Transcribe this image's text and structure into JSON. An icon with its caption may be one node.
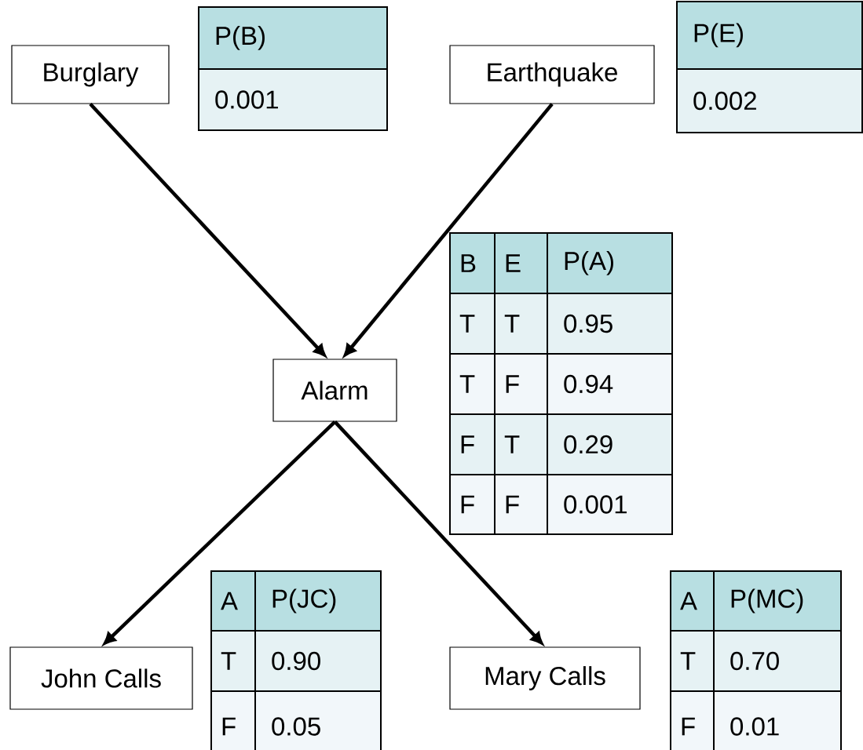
{
  "diagram": {
    "nodes": [
      {
        "text": [
          "Burglary"
        ]
      },
      {
        "text": [
          "Earthquake"
        ]
      },
      {
        "text": [
          "Alarm"
        ]
      },
      {
        "text": [
          "John Calls"
        ]
      },
      {
        "text": [
          "Mary Calls"
        ]
      }
    ],
    "edges": [
      {
        "from": 0,
        "to": 2,
        "arrow": "to"
      },
      {
        "from": 1,
        "to": 2,
        "arrow": "to"
      },
      {
        "from": 2,
        "to": 3,
        "arrow": "to"
      },
      {
        "from": 2,
        "to": 4,
        "arrow": "to"
      }
    ],
    "labels": [
      "P(B)",
      "0.001",
      "P(E)",
      "0.002",
      "B",
      "E",
      "P(A)",
      "T",
      "T",
      "0.95",
      "T",
      "F",
      "0.94",
      "F",
      "T",
      "0.29",
      "F",
      "F",
      "0.001",
      "A",
      "P(JC)",
      "T",
      "0.90",
      "F",
      "0.05",
      "A",
      "P(MC)",
      "T",
      "0.70",
      "F",
      "0.01"
    ]
  }
}
